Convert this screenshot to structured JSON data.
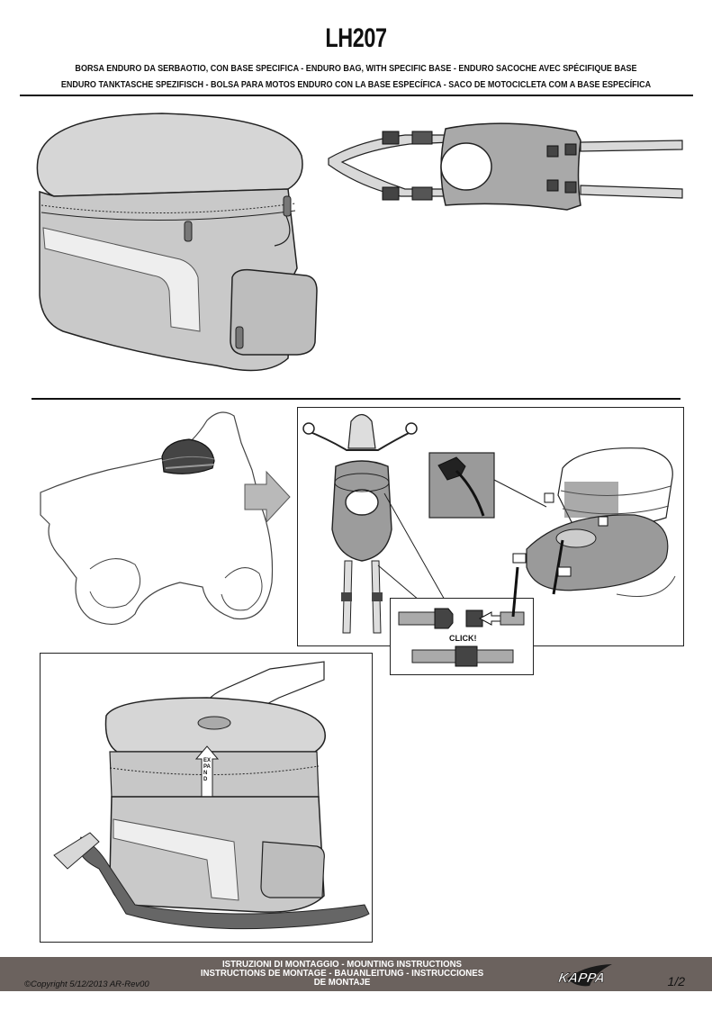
{
  "header": {
    "title": "LH207",
    "subtitle_line1": "BORSA ENDURO DA SERBAOTIO, CON BASE SPECIFICA - ENDURO BAG, WITH SPECIFIC BASE - ENDURO SACOCHE AVEC SPÉCIFIQUE BASE",
    "subtitle_line2": "ENDURO TANKTASCHE SPEZIFISCH - BOLSA PARA MOTOS ENDURO CON LA BASE ESPECÍFICA  - SACO DE MOTOCICLETA COM A BASE ESPECÍFICA"
  },
  "figures": {
    "click_label": "CLICK!",
    "expand_label": "EXPAND"
  },
  "footer": {
    "copyright": "©Copyright 5/12/2013 AR-Rev00",
    "instructions_line1": "ISTRUZIONI DI MONTAGGIO  -  MOUNTING INSTRUCTIONS",
    "instructions_line2": "INSTRUCTIONS DE MONTAGE - BAUANLEITUNG - INSTRUCCIONES",
    "instructions_line3": "DE MONTAJE",
    "brand": "KAPPA",
    "page": "1/2"
  },
  "colors": {
    "bag_gray": "#cfcfcf",
    "bag_dark": "#8a8a8a",
    "footer_bg": "#6b625e",
    "base_gray": "#a9a9a9"
  }
}
